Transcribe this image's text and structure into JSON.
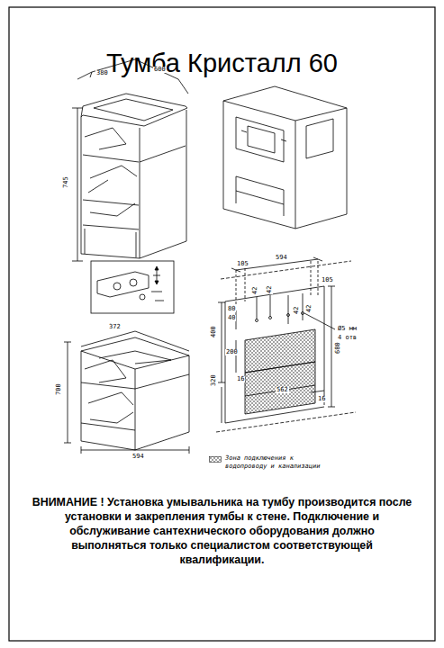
{
  "diagram": {
    "title": "Тумба Кристалл 60",
    "caption": "ВНИМАНИЕ ! Установка умывальника на тумбу производится после установки и закрепления тумбы к стене. Подключение и обслуживание сантехнического оборудования должно выполняться только специалистом соответствующей квалификации.",
    "labels": [
      "380",
      "600",
      "745",
      "105",
      "594",
      "105",
      "42",
      "42",
      "42",
      "42",
      "400",
      "80",
      "40",
      "200",
      "320",
      "16",
      "562",
      "16",
      "680",
      "Ø5 мм",
      "4 отв",
      "372",
      "700",
      "594"
    ],
    "legend": [
      {
        "text": "Зона подключения к водопроводу и канализации"
      }
    ]
  }
}
